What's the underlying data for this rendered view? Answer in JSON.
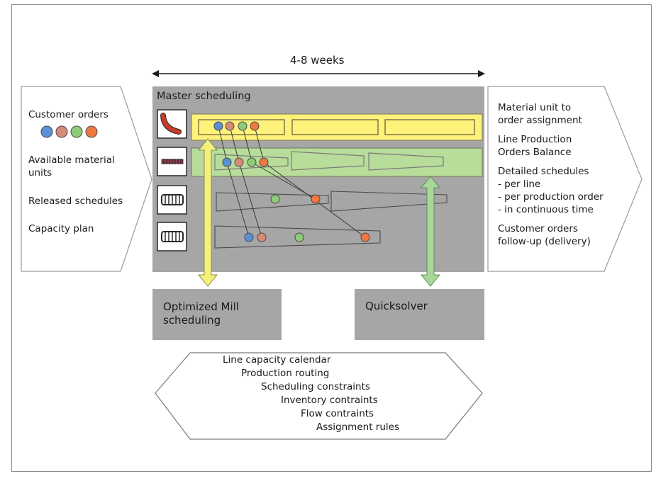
{
  "timeline_label": "4-8 weeks",
  "master": {
    "title": "Master scheduling"
  },
  "inputs": {
    "customer_orders": "Customer orders",
    "available_material_1": "Available material",
    "available_material_2": "units",
    "released_schedules": "Released schedules",
    "capacity_plan": "Capacity plan"
  },
  "outputs": {
    "material_unit_1": "Material unit to",
    "material_unit_2": "order assignment",
    "line_production_1": "Line Production",
    "line_production_2": "Orders Balance",
    "detailed_schedules": "Detailed schedules",
    "per_line": "- per line",
    "per_order": "- per production order",
    "continuous_time": "- in continuous time",
    "followup_1": "Customer orders",
    "followup_2": "follow-up (delivery)"
  },
  "solvers": {
    "optimized_1": "Optimized Mill",
    "optimized_2": "scheduling",
    "quicksolver": "Quicksolver"
  },
  "constraints": [
    "Line capacity calendar",
    "Production routing",
    "Scheduling constraints",
    "Inventory contraints",
    "Flow contraints",
    "Assignment rules"
  ],
  "order_colors": [
    "#5b8fd6",
    "#d88a78",
    "#8fcc78",
    "#f07840"
  ],
  "colors": {
    "panel_gray": "#a6a6a6",
    "yellow_band": "#fff27a",
    "green_band": "#b8dc9a",
    "yellow_arrow": "#f4f07a",
    "green_arrow": "#a8d898"
  },
  "icons": [
    "furnace-icon",
    "rolling-mill-icon",
    "line-icon",
    "line-icon"
  ]
}
